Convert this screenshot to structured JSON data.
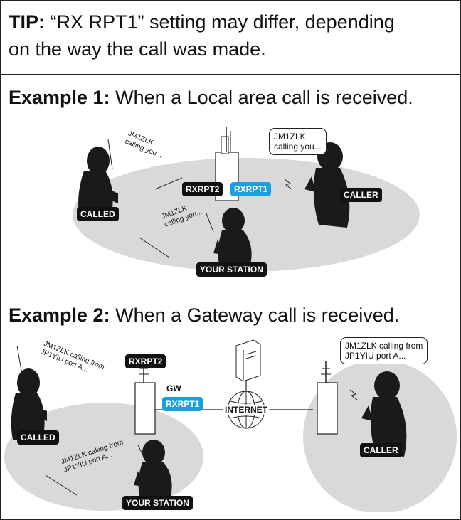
{
  "tip": {
    "label": "TIP:",
    "line1": " “RX RPT1” setting may differ, depending",
    "line2": "on the way the call was made."
  },
  "example1": {
    "label": "Example 1:",
    "text": " When a Local area call is received.",
    "called_speech": "JM1ZLK\ncalling you...",
    "your_station_speech": "JM1ZLK\ncalling you...",
    "caller_bubble": "JM1ZLK\ncalling you...",
    "tags": {
      "rxrpt2": "RXRPT2",
      "rxrpt1": "RXRPT1",
      "caller": "CALLER",
      "called": "CALLED",
      "your_station": "YOUR STATION"
    }
  },
  "example2": {
    "label": "Example 2:",
    "text": " When a Gateway call is received.",
    "called_speech": "JM1ZLK calling from\nJP1YIU port A...",
    "your_station_speech": "JM1ZLK calling from\nJP1YIU port A...",
    "caller_bubble": "JM1ZLK calling from\nJP1YIU port A...",
    "tags": {
      "rxrpt2": "RXRPT2",
      "gw": "GW",
      "rxrpt1": "RXRPT1",
      "internet": "INTERNET",
      "called": "CALLED",
      "caller": "CALLER",
      "your_station": "YOUR STATION"
    }
  },
  "colors": {
    "accent": "#1aa0e0",
    "area": "#d9d9d9",
    "tag": "#111111"
  }
}
